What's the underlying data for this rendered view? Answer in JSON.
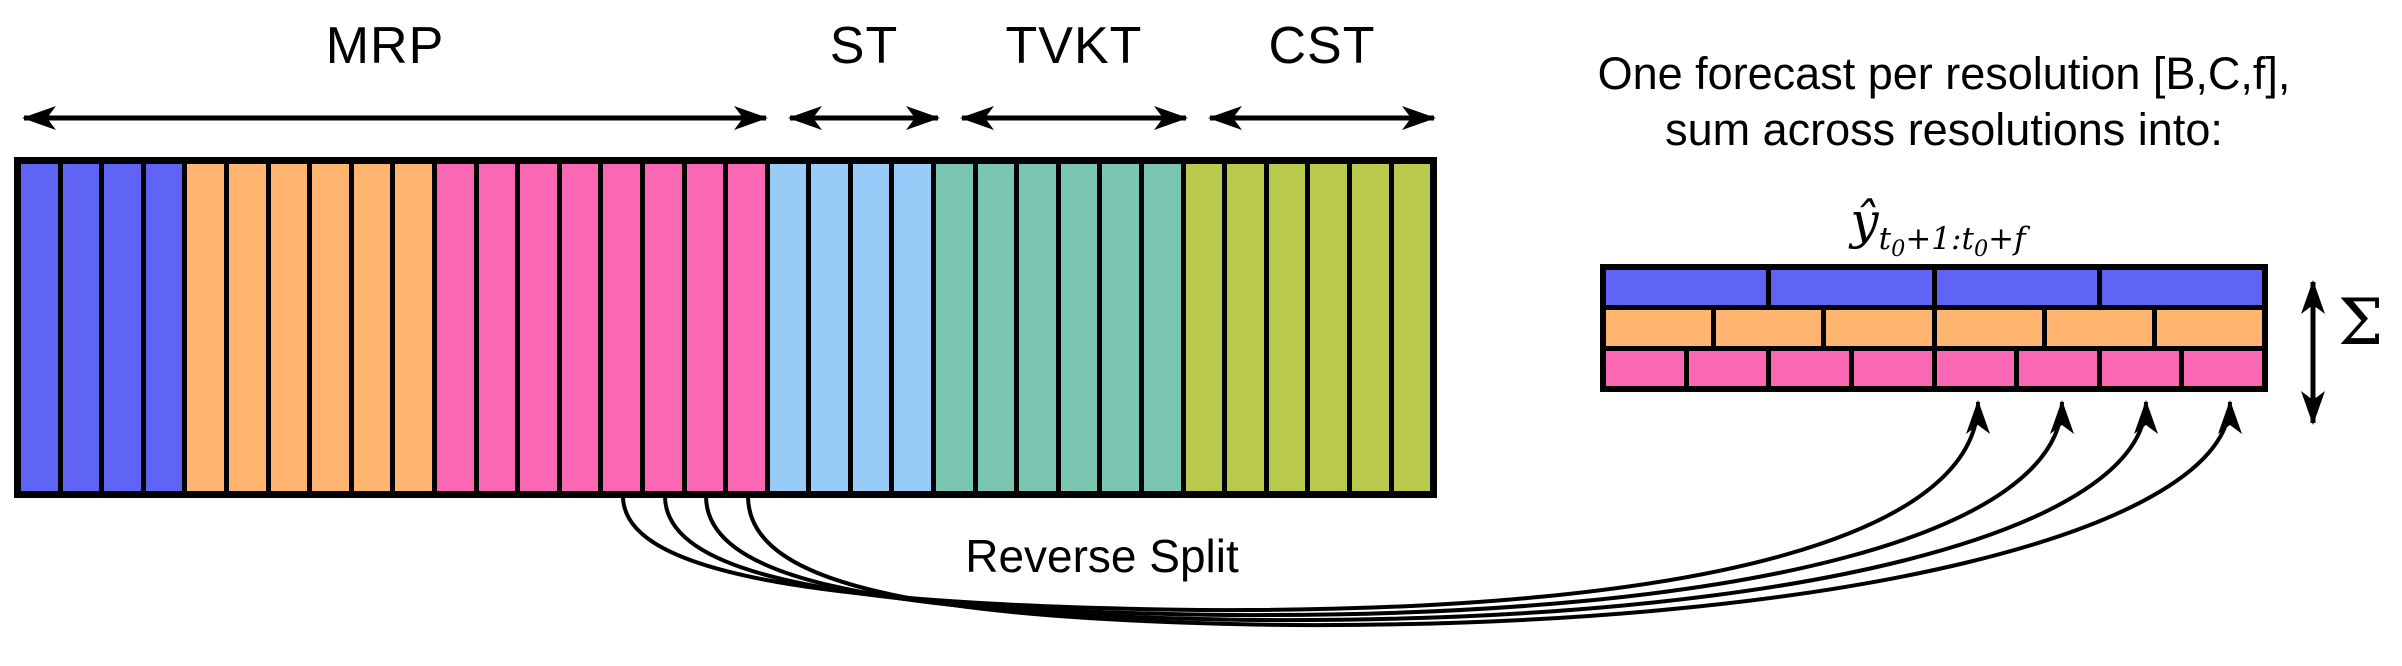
{
  "section_labels": {
    "mrp": "MRP",
    "st": "ST",
    "tvkt": "TVKT",
    "cst": "CST"
  },
  "heading": {
    "line1": "One forecast per resolution [B,C,f],",
    "line2": "sum across resolutions into:"
  },
  "formula": {
    "base": "ŷ",
    "sub_t1": "t",
    "sub_t1_sub": "0",
    "sub_mid": "+1:",
    "sub_t2": "t",
    "sub_t2_sub": "0",
    "sub_end": "+f"
  },
  "reverse_split_label": "Reverse Split",
  "sum_symbol": "Σ",
  "palette": {
    "blue": "#6064F5",
    "orange": "#FFB470",
    "pink": "#FA67B2",
    "light_blue": "#99CBF9",
    "teal": "#7AC6B3",
    "olive": "#B9C94E",
    "outline": "#000000",
    "background": "#FFFFFF"
  },
  "main_bar": {
    "sections": [
      {
        "group": "mrp-blue",
        "span_label": "MRP",
        "color": "#6064F5",
        "cells": 4
      },
      {
        "group": "mrp-orange",
        "span_label": "MRP",
        "color": "#FFB470",
        "cells": 6
      },
      {
        "group": "mrp-pink",
        "span_label": "MRP",
        "color": "#FA67B2",
        "cells": 8
      },
      {
        "group": "st",
        "span_label": "ST",
        "color": "#99CBF9",
        "cells": 4
      },
      {
        "group": "tvkt",
        "span_label": "TVKT",
        "color": "#7AC6B3",
        "cells": 6
      },
      {
        "group": "cst",
        "span_label": "CST",
        "color": "#B9C94E",
        "cells": 6
      }
    ]
  },
  "forecast_bar": {
    "rows": [
      {
        "name": "coarse",
        "color": "#6064F5",
        "segments": 4
      },
      {
        "name": "medium",
        "color": "#FFB470",
        "segments": 6
      },
      {
        "name": "fine",
        "color": "#FA67B2",
        "segments": 8
      }
    ]
  }
}
